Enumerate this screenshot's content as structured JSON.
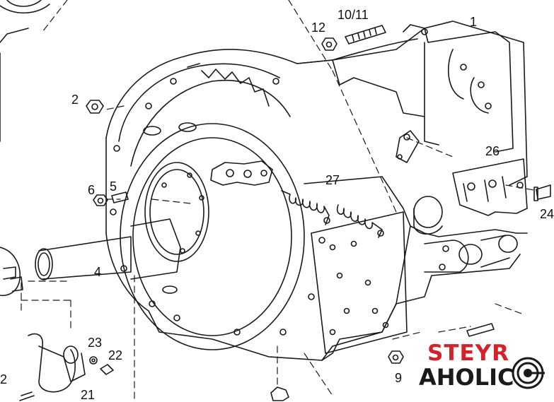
{
  "diagram": {
    "labels": {
      "p1": "1",
      "p2": "2",
      "p4": "4",
      "p5": "5",
      "p6": "6",
      "p9": "9",
      "p10_11": "10/11",
      "p12": "12",
      "p21": "21",
      "p22": "22",
      "p23": "23",
      "p24": "24",
      "p26": "26",
      "p27": "27",
      "p_left": "2"
    }
  },
  "logo": {
    "line1": "STEYR",
    "line2": "AHOLIC",
    "colors": {
      "brand_red": "#d2232a",
      "brand_dark": "#1a1a1a"
    },
    "icon": "target-icon"
  },
  "colors": {
    "line": "#1a1a1a",
    "paper": "#ffffff"
  }
}
